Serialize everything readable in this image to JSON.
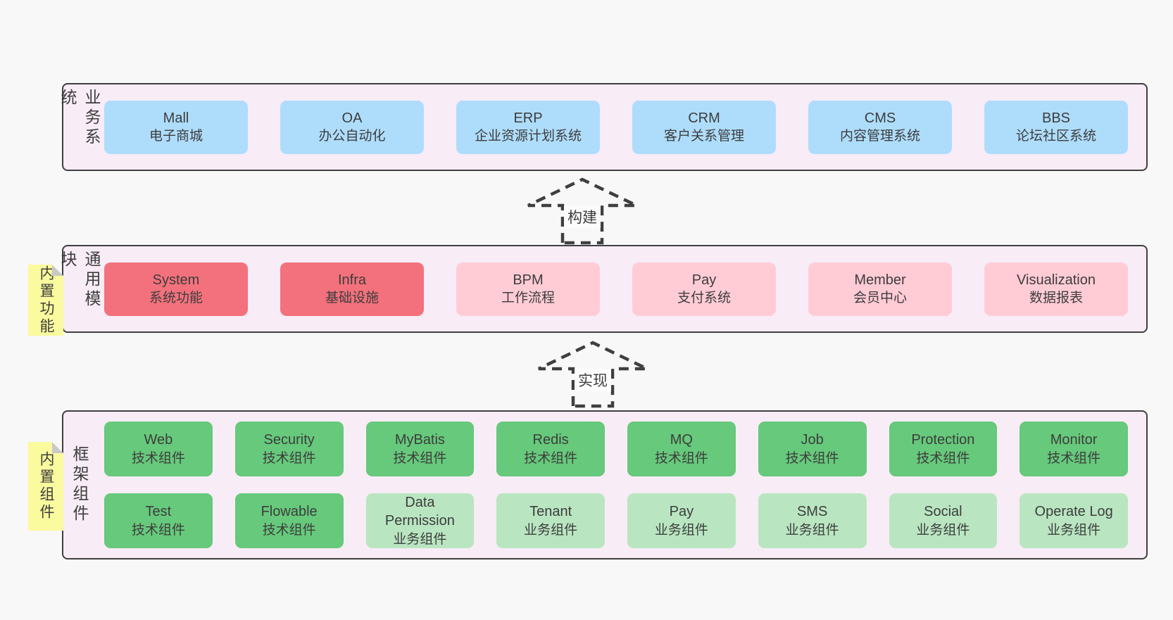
{
  "colors": {
    "page-bg": "#f8f8f8",
    "band-bg": "#f8ecf6",
    "band-border": "#3f3f3f",
    "text": "#3d3d3d",
    "blue": "#aeddfb",
    "red": "#f3717c",
    "pink": "#ffccd6",
    "green": "#66c97b",
    "lightgreen": "#b9e6c1",
    "yellow": "#fafa9e",
    "fold": "#c9c9c9"
  },
  "arrows": {
    "build": {
      "label": "构建"
    },
    "implement": {
      "label": "实现"
    }
  },
  "bands": {
    "business": {
      "label": "业务系统",
      "rows": [
        [
          {
            "en": "Mall",
            "zh": "电子商城",
            "type": "blue"
          },
          {
            "en": "OA",
            "zh": "办公自动化",
            "type": "blue"
          },
          {
            "en": "ERP",
            "zh": "企业资源计划系统",
            "type": "blue"
          },
          {
            "en": "CRM",
            "zh": "客户关系管理",
            "type": "blue"
          },
          {
            "en": "CMS",
            "zh": "内容管理系统",
            "type": "blue"
          },
          {
            "en": "BBS",
            "zh": "论坛社区系统",
            "type": "blue"
          }
        ]
      ]
    },
    "modules": {
      "label": "通用模块",
      "tab": "内置功能",
      "rows": [
        [
          {
            "en": "System",
            "zh": "系统功能",
            "type": "red"
          },
          {
            "en": "Infra",
            "zh": "基础设施",
            "type": "red"
          },
          {
            "en": "BPM",
            "zh": "工作流程",
            "type": "pink"
          },
          {
            "en": "Pay",
            "zh": "支付系统",
            "type": "pink"
          },
          {
            "en": "Member",
            "zh": "会员中心",
            "type": "pink"
          },
          {
            "en": "Visualization",
            "zh": "数据报表",
            "type": "pink"
          }
        ]
      ]
    },
    "components": {
      "label": "框架组件",
      "tab": "内置组件",
      "rows": [
        [
          {
            "en": "Web",
            "zh": "技术组件",
            "type": "green"
          },
          {
            "en": "Security",
            "zh": "技术组件",
            "type": "green"
          },
          {
            "en": "MyBatis",
            "zh": "技术组件",
            "type": "green"
          },
          {
            "en": "Redis",
            "zh": "技术组件",
            "type": "green"
          },
          {
            "en": "MQ",
            "zh": "技术组件",
            "type": "green"
          },
          {
            "en": "Job",
            "zh": "技术组件",
            "type": "green"
          },
          {
            "en": "Protection",
            "zh": "技术组件",
            "type": "green"
          },
          {
            "en": "Monitor",
            "zh": "技术组件",
            "type": "green"
          }
        ],
        [
          {
            "en": "Test",
            "zh": "技术组件",
            "type": "green"
          },
          {
            "en": "Flowable",
            "zh": "技术组件",
            "type": "green"
          },
          {
            "en": "Data Permission",
            "zh": "业务组件",
            "type": "lightgreen"
          },
          {
            "en": "Tenant",
            "zh": "业务组件",
            "type": "lightgreen"
          },
          {
            "en": "Pay",
            "zh": "业务组件",
            "type": "lightgreen"
          },
          {
            "en": "SMS",
            "zh": "业务组件",
            "type": "lightgreen"
          },
          {
            "en": "Social",
            "zh": "业务组件",
            "type": "lightgreen"
          },
          {
            "en": "Operate Log",
            "zh": "业务组件",
            "type": "lightgreen"
          }
        ]
      ]
    }
  }
}
